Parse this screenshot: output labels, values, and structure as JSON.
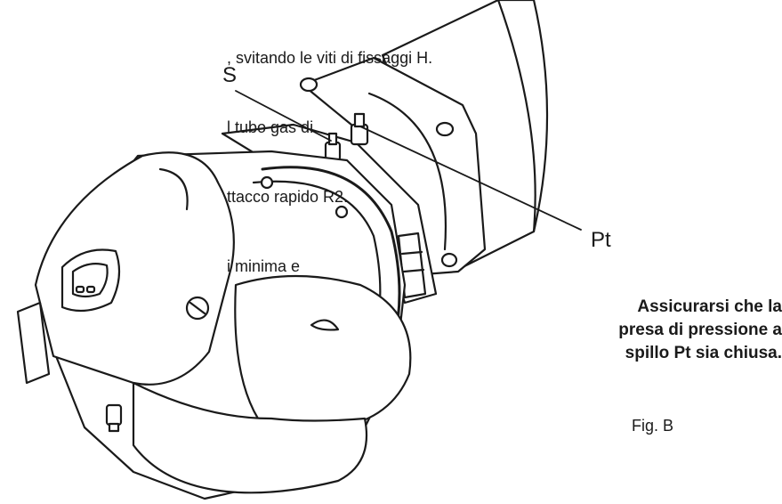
{
  "instructions": {
    "lines": [
      ", svitando le viti di fissaggi H.",
      "l tubo gas di",
      "ttacco rapido R2.",
      "i minima e"
    ]
  },
  "callouts": {
    "s_label": "S",
    "pt_label": "Pt"
  },
  "warning": {
    "lines": [
      "Assicurarsi che la",
      "presa di pressione a",
      "spillo Pt sia chiusa."
    ]
  },
  "figure": {
    "caption": "Fig. B"
  }
}
